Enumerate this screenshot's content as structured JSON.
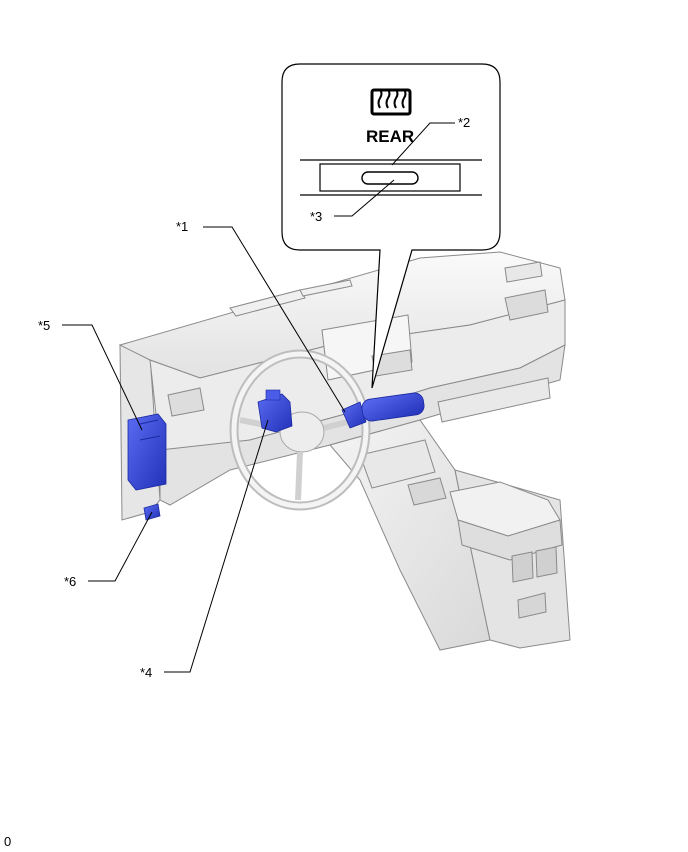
{
  "inset": {
    "icon": "rear-defogger-icon",
    "label": "REAR"
  },
  "callouts": [
    "*1",
    "*2",
    "*3",
    "*4",
    "*5",
    "*6"
  ],
  "corner_mark": "0",
  "colors": {
    "highlight": "#3a4fe0",
    "highlight_dark": "#2232b8",
    "interior_light": "#f3f3f3",
    "interior_mid": "#dcdcdc",
    "outline": "#9a9a9a"
  }
}
